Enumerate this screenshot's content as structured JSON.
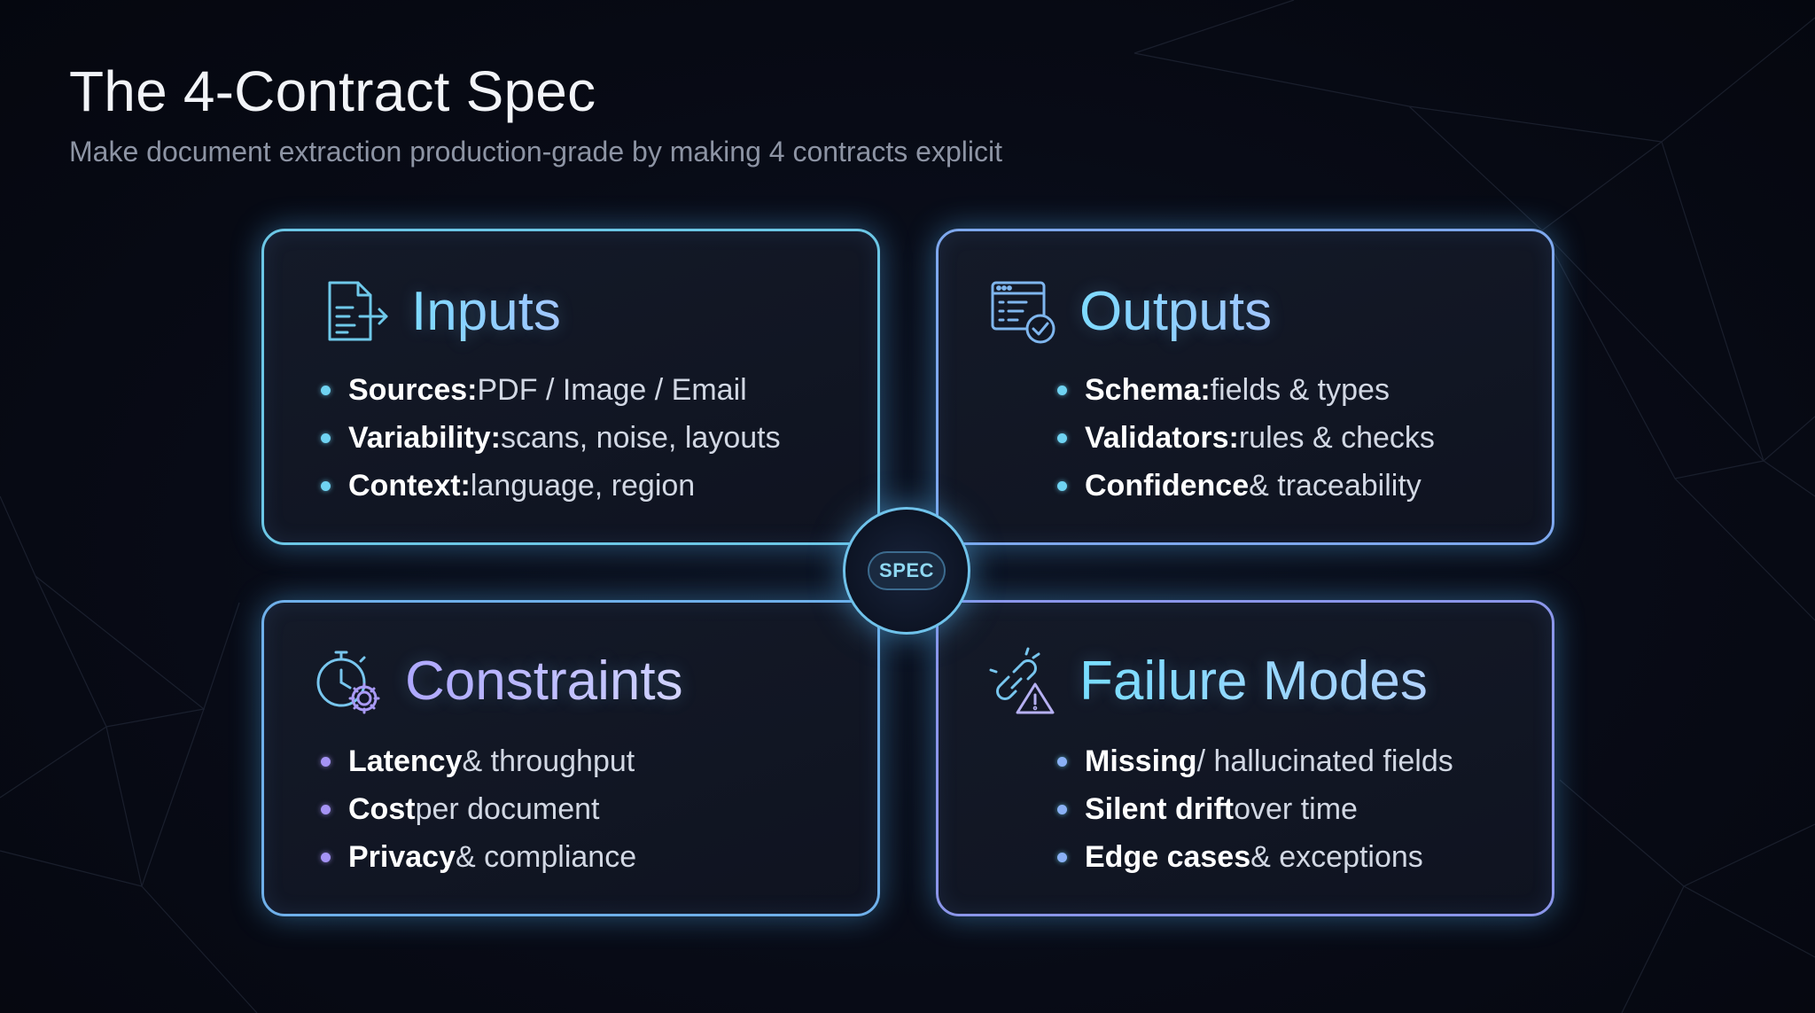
{
  "slide": {
    "title": "The 4-Contract Spec",
    "subtitle": "Make document extraction production-grade by making 4 contracts explicit"
  },
  "hub": {
    "label": "SPEC"
  },
  "cards": {
    "inputs": {
      "title": "Inputs",
      "icon": "document-arrow-icon",
      "items": [
        {
          "bold": "Sources:",
          "rest": " PDF / Image / Email"
        },
        {
          "bold": "Variability:",
          "rest": " scans, noise, layouts"
        },
        {
          "bold": "Context:",
          "rest": " language, region"
        }
      ]
    },
    "outputs": {
      "title": "Outputs",
      "icon": "checked-form-icon",
      "items": [
        {
          "bold": "Schema:",
          "rest": " fields & types"
        },
        {
          "bold": "Validators:",
          "rest": " rules & checks"
        },
        {
          "bold": "Confidence",
          "rest": " & traceability"
        }
      ]
    },
    "constraints": {
      "title": "Constraints",
      "icon": "stopwatch-gear-icon",
      "items": [
        {
          "bold": "Latency",
          "rest": " & throughput"
        },
        {
          "bold": "Cost",
          "rest": " per document"
        },
        {
          "bold": "Privacy",
          "rest": " & compliance"
        }
      ]
    },
    "failures": {
      "title": "Failure Modes",
      "icon": "broken-link-warning-icon",
      "items": [
        {
          "bold": "Missing",
          "rest": " / hallucinated fields"
        },
        {
          "bold": "Silent drift",
          "rest": " over time"
        },
        {
          "bold": "Edge cases",
          "rest": " & exceptions"
        }
      ]
    }
  },
  "colors": {
    "background": "#080b16",
    "accent_cyan": "#6cc7e6",
    "accent_violet": "#a593f5",
    "title_text": "#f2f4f8",
    "subtitle_text": "#8d94a4"
  }
}
